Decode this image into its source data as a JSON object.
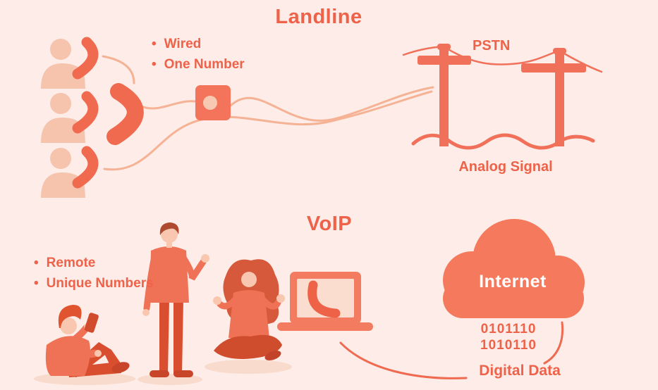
{
  "header": {
    "landline_title": "Landline",
    "voip_title": "VoIP"
  },
  "landline": {
    "bullets": [
      "Wired",
      "One Number"
    ],
    "pstn_label": "PSTN",
    "analog_signal_label": "Analog Signal"
  },
  "voip": {
    "bullets": [
      "Remote",
      "Unique Numbers"
    ],
    "internet_label": "Internet",
    "binary_lines": [
      "0101110",
      "1010110"
    ],
    "digital_data_label": "Digital Data"
  },
  "icons": {
    "callers": "person-with-phone-icon (x3)",
    "handset": "phone-handset-icon",
    "junction": "junction-box-icon",
    "poles": "telephone-pole-icon (x2)",
    "wave": "analog-wave-icon",
    "laptop": "laptop-call-icon",
    "cloud": "internet-cloud-icon",
    "people": "remote-workers-illustration"
  },
  "colors": {
    "background": "#fdece7",
    "accent_text": "#ee6249",
    "accent_shape": "#f1705a",
    "cloud": "#f4795d",
    "peach_fill": "#f6c3ad",
    "peach_line": "#f5b294",
    "laptop_screen": "#fbddcf",
    "shadow": "#f8dbcd",
    "internet_text": "#ffffff"
  }
}
